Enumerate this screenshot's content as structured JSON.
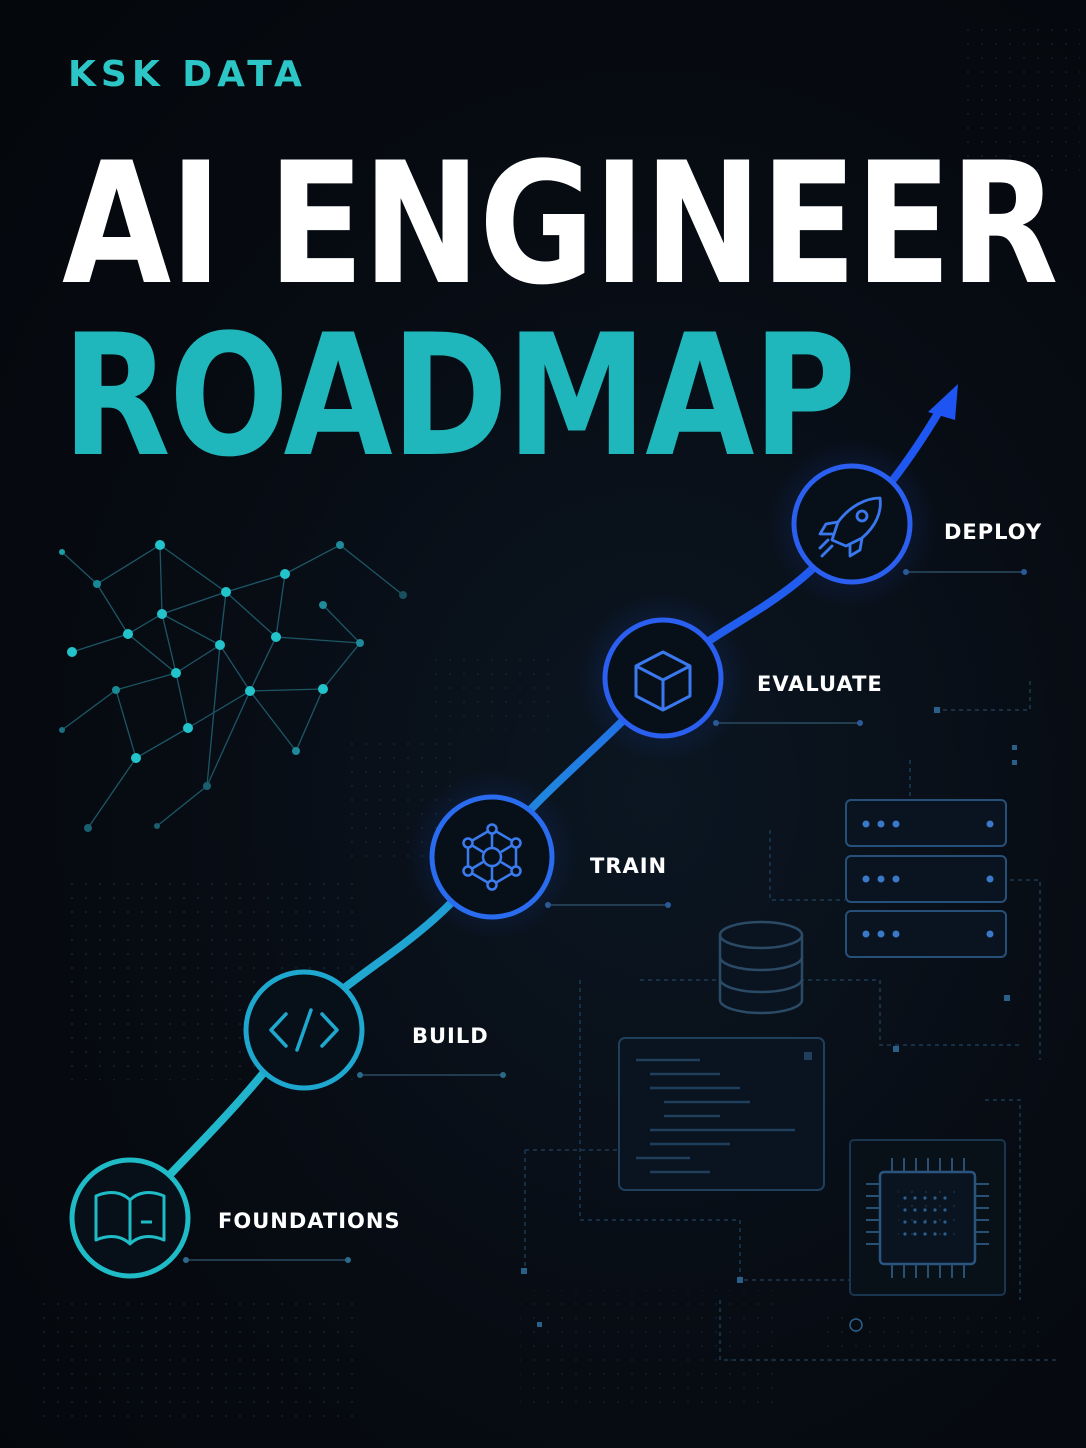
{
  "brand": "KSK DATA",
  "title": {
    "line1": "AI ENGINEER",
    "line2": "ROADMAP"
  },
  "stages": [
    {
      "label": "FOUNDATIONS",
      "icon": "open-book-icon",
      "color": "#22b8c8"
    },
    {
      "label": "BUILD",
      "icon": "code-brackets-icon",
      "color": "#1fa8cf"
    },
    {
      "label": "TRAIN",
      "icon": "neural-network-icon",
      "color": "#2a6cf0"
    },
    {
      "label": "EVALUATE",
      "icon": "cube-icon",
      "color": "#2a5ff0"
    },
    {
      "label": "DEPLOY",
      "icon": "rocket-icon",
      "color": "#2a5ff0"
    }
  ],
  "colors": {
    "background": "#05080d",
    "accent_teal": "#1fb7bb",
    "accent_blue": "#1f5ff5",
    "decor": "#1d3a52"
  }
}
